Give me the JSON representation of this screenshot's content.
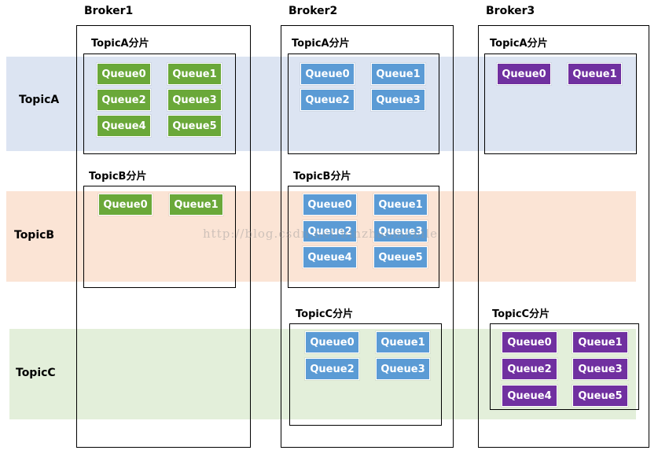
{
  "rows": {
    "topic_a": "TopicA",
    "topic_b": "TopicB",
    "topic_c": "TopicC"
  },
  "brokers": {
    "b1": "Broker1",
    "b2": "Broker2",
    "b3": "Broker3"
  },
  "partition_labels": {
    "a": "TopicA分片",
    "b": "TopicB分片",
    "c": "TopicC分片"
  },
  "queues": {
    "q0": "Queue0",
    "q1": "Queue1",
    "q2": "Queue2",
    "q3": "Queue3",
    "q4": "Queue4",
    "q5": "Queue5"
  },
  "watermark": "http://blog.csdn.net/binzhaomobile",
  "colors": {
    "topic_a_band": "#dce4f2",
    "topic_b_band": "#fbe4d5",
    "topic_c_band": "#e3efda",
    "broker1_queue": "#6aa839",
    "broker2_queue": "#5b9bd5",
    "broker3_queue": "#7030a0"
  }
}
